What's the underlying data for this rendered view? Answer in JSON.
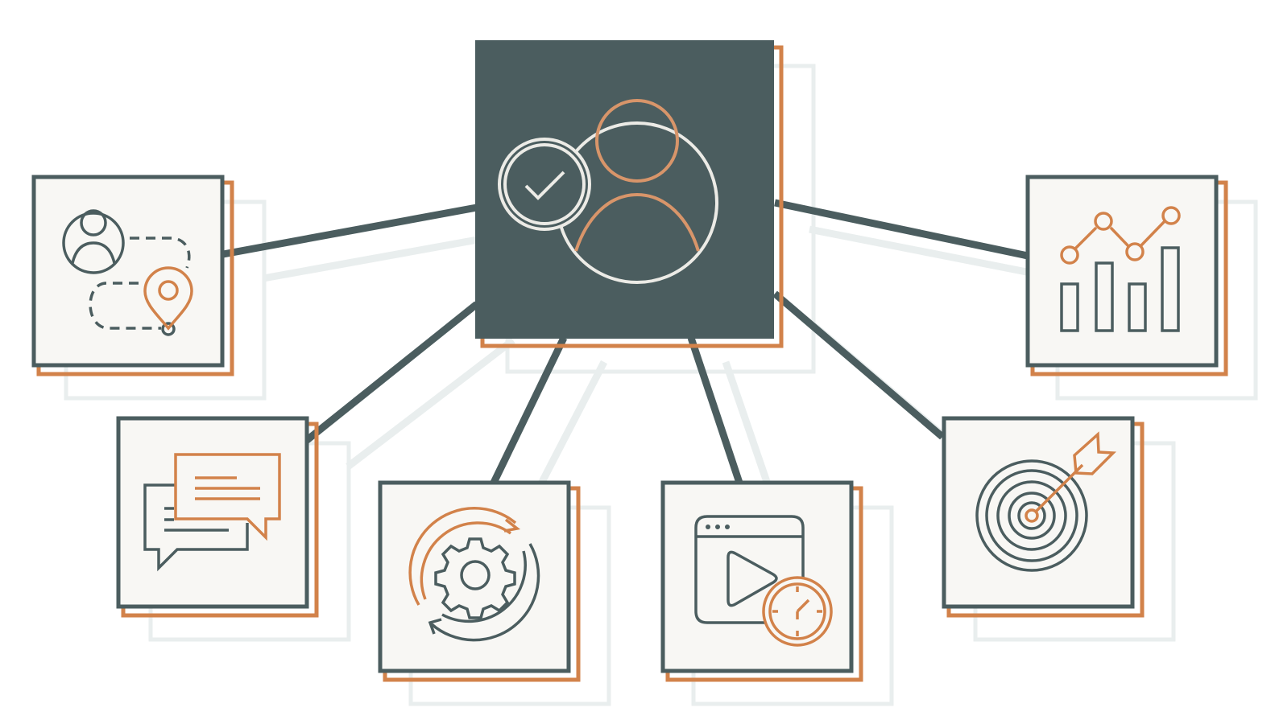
{
  "colors": {
    "background": "#ffffff",
    "slate": "#4b5d5f",
    "orange": "#d2824a",
    "shadow": "#e9eeee",
    "card": "#f8f7f4",
    "center_fill": "#4b5d5f",
    "center_outline": "#ecebe6"
  },
  "diagram": {
    "center": {
      "icon": "verified-user-icon"
    },
    "nodes": [
      {
        "id": "journey",
        "icon": "customer-journey-map-icon"
      },
      {
        "id": "analytics",
        "icon": "analytics-chart-icon"
      },
      {
        "id": "chat",
        "icon": "chat-bubbles-icon"
      },
      {
        "id": "process",
        "icon": "gear-refresh-cycle-icon"
      },
      {
        "id": "timing",
        "icon": "video-timer-icon"
      },
      {
        "id": "target",
        "icon": "target-arrow-icon"
      }
    ]
  }
}
